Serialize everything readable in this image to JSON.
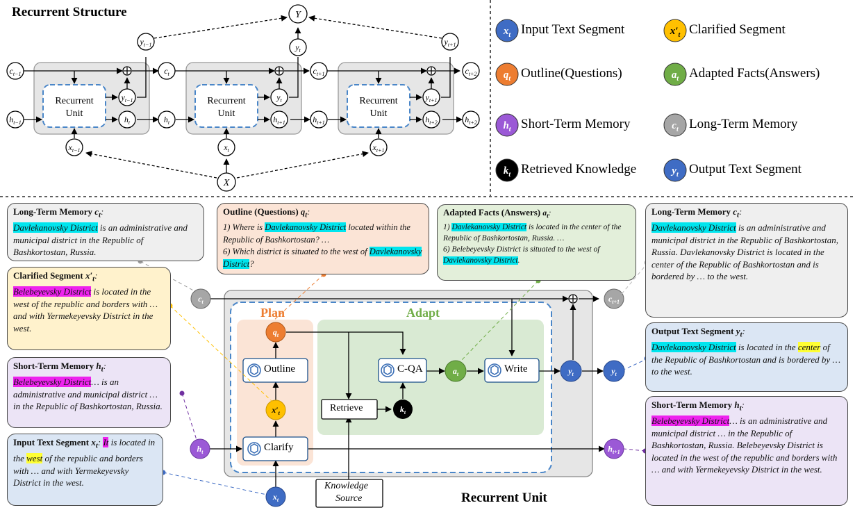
{
  "top_title": "Recurrent Structure",
  "recurrent_unit_label": "Recurrent Unit",
  "unit_inner_label_1": "Recurrent",
  "unit_inner_label_2": "Unit",
  "legend": [
    {
      "sym": "x",
      "sub": "t",
      "sup": "",
      "label": "Input Text Segment",
      "color": "#3f6cc4"
    },
    {
      "sym": "x",
      "sub": "t",
      "sup": "′",
      "label": "Clarified Segment",
      "color": "#ffc000"
    },
    {
      "sym": "q",
      "sub": "t",
      "sup": "",
      "label": "Outline(Questions)",
      "color": "#ed7d31"
    },
    {
      "sym": "a",
      "sub": "t",
      "sup": "",
      "label": "Adapted Facts(Answers)",
      "color": "#70ad47"
    },
    {
      "sym": "h",
      "sub": "t",
      "sup": "",
      "label": "Short-Term Memory",
      "color": "#9b59d6"
    },
    {
      "sym": "c",
      "sub": "t",
      "sup": "",
      "label": "Long-Term Memory",
      "color": "#a6a6a6"
    },
    {
      "sym": "k",
      "sub": "t",
      "sup": "",
      "label": "Retrieved Knowledge",
      "color": "#000000"
    },
    {
      "sym": "y",
      "sub": "t",
      "sup": "",
      "label": "Output Text Segment",
      "color": "#3f6cc4"
    }
  ],
  "modules": {
    "plan": "Plan",
    "adapt": "Adapt",
    "outline": "Outline",
    "clarify": "Clarify",
    "cqa": "C-QA",
    "write": "Write",
    "retrieve": "Retrieve",
    "knowledge_1": "Knowledge",
    "knowledge_2": "Source"
  },
  "boxes": {
    "ltm_left": {
      "title": "Long-Term Memory ",
      "hl": "Davlekanovsky District",
      "rest": " is an administrative and municipal district in the Republic of Bashkortostan, Russia."
    },
    "clarified": {
      "title": "Clarified Segment ",
      "hl": "Belebeyevsky District",
      "rest": " is located in the west of the republic and borders with … and with Yermekeyevsky District in the west."
    },
    "stm_left": {
      "title": "Short-Term Memory ",
      "hl": "Belebeyevsky District",
      "rest": "… is an administrative and municipal district … in the Republic of Bashkortostan, Russia."
    },
    "input": {
      "title": "Input Text Segment ",
      "hl": "It",
      "t1": " is located in the ",
      "hl2": "west",
      "t2": " of the republic and borders with … and with Yermekeyevsky District in the west."
    },
    "outline": {
      "title": "Outline (Questions) ",
      "l1a": "1) Where is ",
      "hl": "Davlekanovsky District",
      "l1b": " located within the Republic of Bashkortostan? …",
      "l2a": "6) Which district is situated to the west of ",
      "hl2": "Davlekanovsky District",
      "l2b": "?"
    },
    "facts": {
      "title": "Adapted Facts (Answers) ",
      "l1a": "1) ",
      "hl": "Davlekanovsky District",
      "l1b": " is located in the center of the Republic of Bashkortostan, Russia. …",
      "l2a": "6) Belebeyevsky District is situated to the west of ",
      "hl2": "Davlekanovsky District",
      "l2b": "."
    },
    "ltm_right": {
      "title": "Long-Term Memory ",
      "hl": "Davlekanovsky District",
      "rest": " is an administrative and municipal district in the Republic of Bashkortostan, Russia. Davlekanovsky District is located in the center of the Republic of Bashkortostan and is bordered by … to the west."
    },
    "output": {
      "title": "Output Text Segment ",
      "hl": "Davlekanovsky District",
      "t1": " is located in the ",
      "hl2": "center",
      "t2": " of the Republic of Bashkortostan and is bordered by … to the west."
    },
    "stm_right": {
      "title": "Short-Term Memory ",
      "hl": "Belebeyevsky District",
      "rest": "… is an administrative and municipal district … in the Republic of Bashkortostan, Russia. Belebeyevsky District is located in the west of the republic and borders with … and with Yermekeyevsky District in the west."
    }
  }
}
